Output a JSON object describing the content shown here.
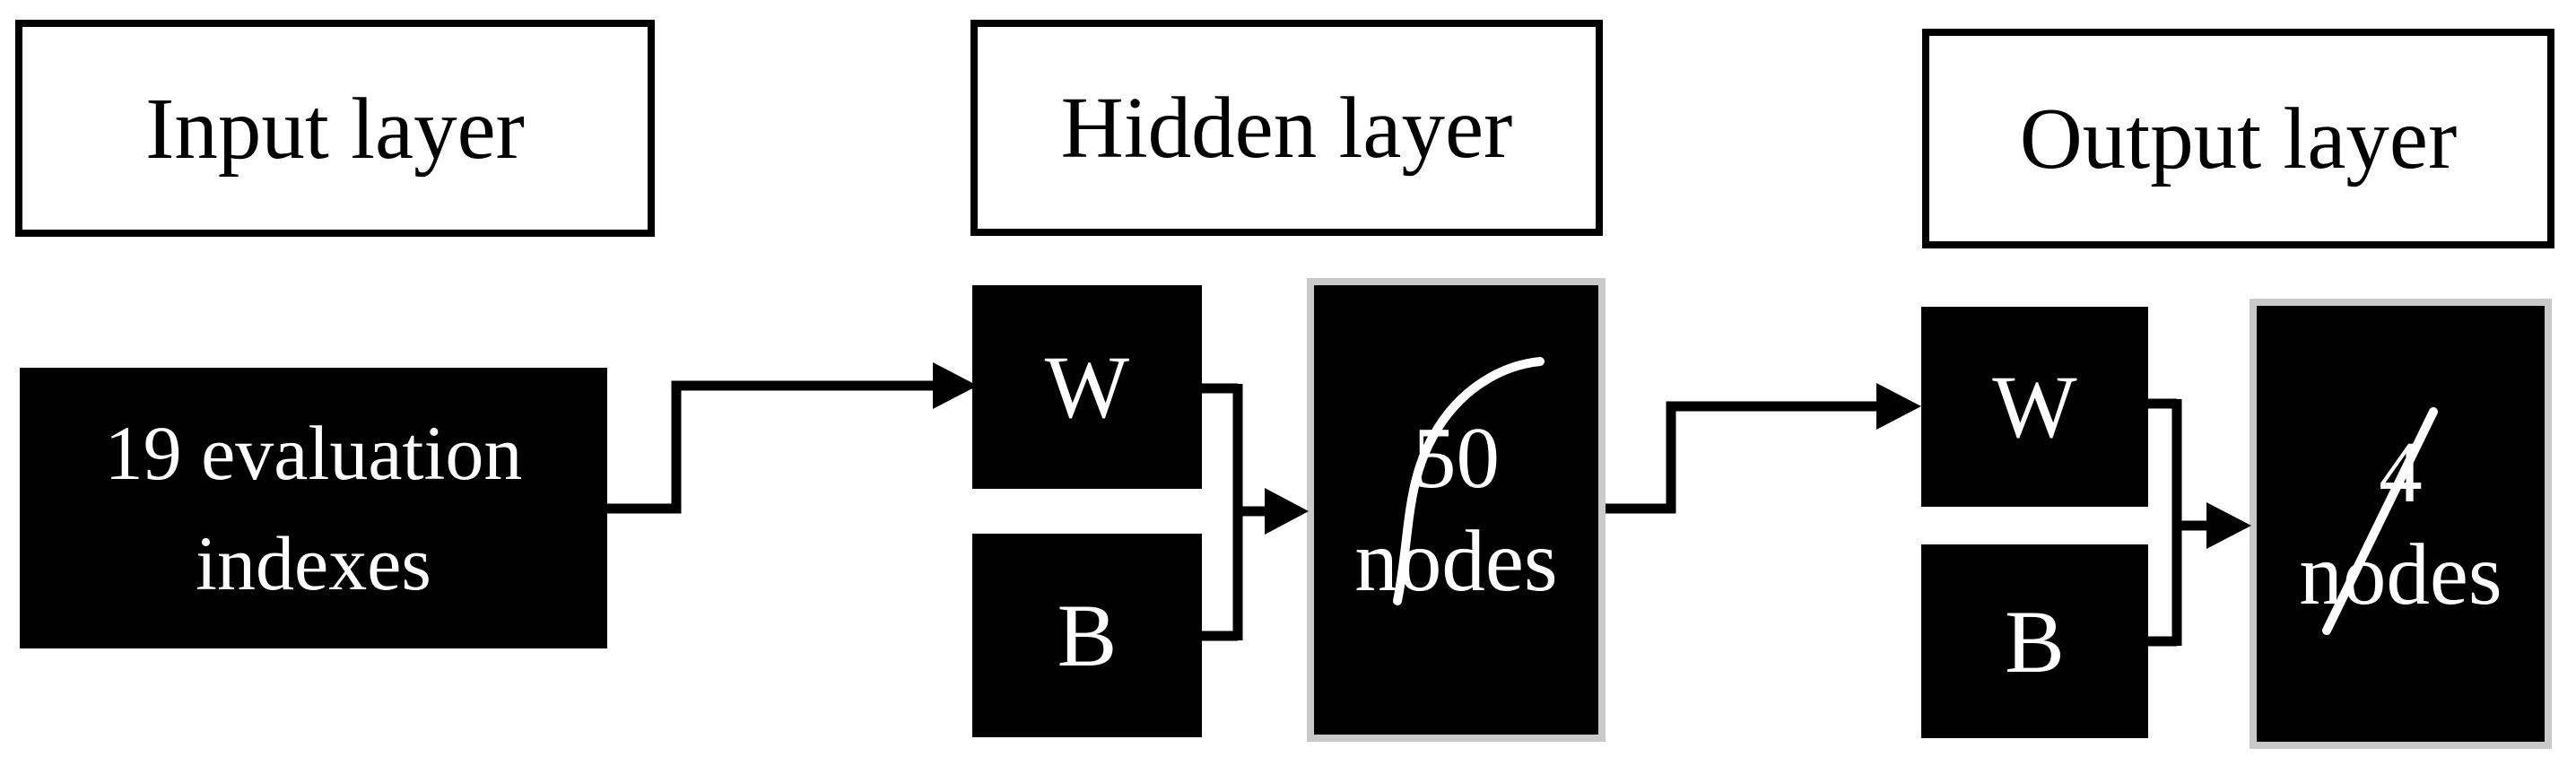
{
  "titles": {
    "input": "Input layer",
    "hidden": "Hidden layer",
    "output": "Output layer"
  },
  "input": {
    "label": "19 evaluation indexes"
  },
  "hidden": {
    "weight": "W",
    "bias": "B",
    "nodes_value": "50",
    "nodes_word": "nodes",
    "activation_icon": "sigmoid-curve-icon"
  },
  "output": {
    "weight": "W",
    "bias": "B",
    "nodes_value": "4",
    "nodes_word": "nodes",
    "activation_icon": "linear-line-icon"
  },
  "colors": {
    "background": "#ffffff",
    "block_fill": "#000000",
    "block_text": "#ffffff",
    "title_text": "#000000",
    "title_border": "#000000",
    "nodes_box_border": "#c9c9c9",
    "connector": "#000000",
    "activation_stroke": "#ffffff"
  }
}
